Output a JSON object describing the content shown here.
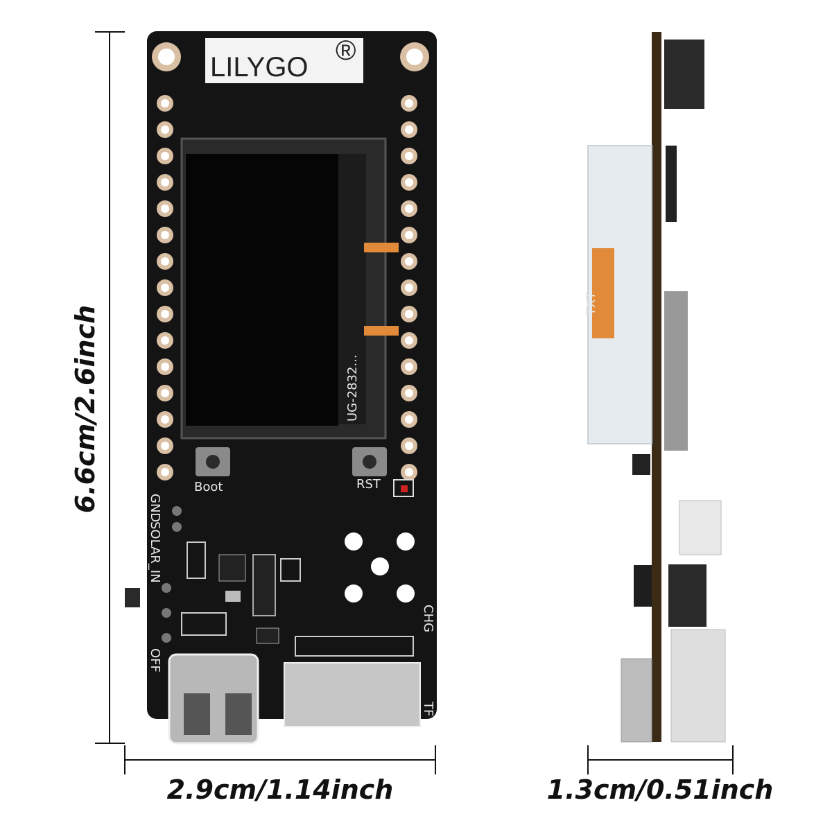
{
  "product": {
    "brand": "LILYGO",
    "registered_mark": "®"
  },
  "silkscreen": {
    "boot": "Boot",
    "rst": "RST",
    "gnd": "GND",
    "solar_in": "SOLAR_IN",
    "off": "OFF",
    "chg": "CHG",
    "tf": "TF",
    "oled_code": "UG-2832...",
    "flex_label": "TXT"
  },
  "dimensions": {
    "height": "6.6cm/2.6inch",
    "width": "2.9cm/1.14inch",
    "depth": "1.3cm/0.51inch"
  },
  "colors": {
    "pcb": "#141414",
    "pad_gold": "#d9bfa3",
    "flex_orange": "#e08a3a",
    "dim_line": "#111111"
  }
}
